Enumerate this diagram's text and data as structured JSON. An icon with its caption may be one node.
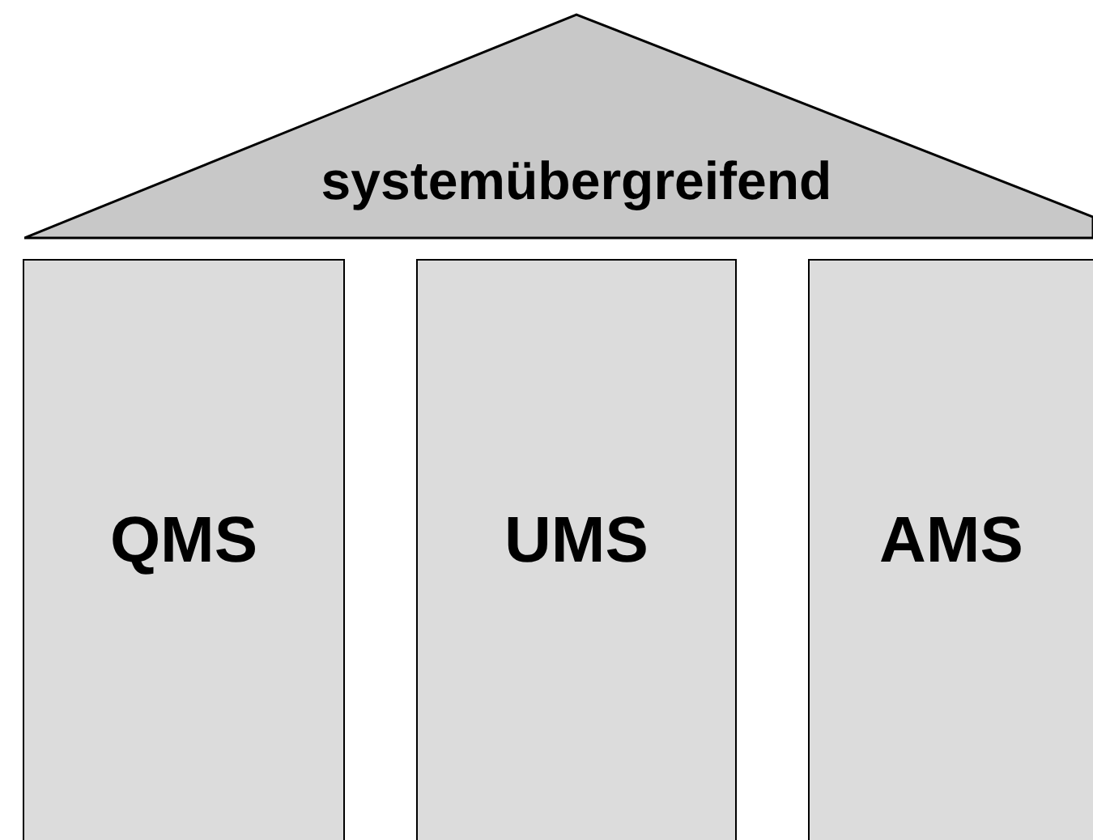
{
  "diagram": {
    "nodes": [
      {
        "text": [
          "systemübergreifend"
        ]
      },
      {
        "text": [
          "QMS"
        ]
      },
      {
        "text": [
          "UMS"
        ]
      },
      {
        "text": [
          "AMS"
        ]
      }
    ]
  }
}
